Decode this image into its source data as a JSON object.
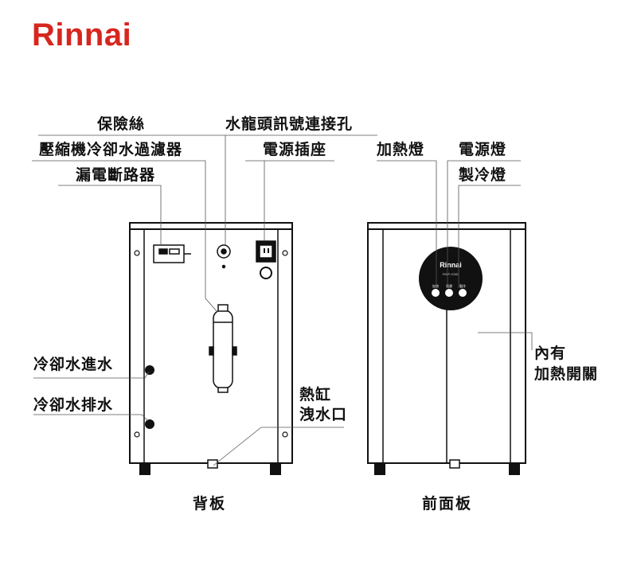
{
  "brand": {
    "logo": "Rinnai",
    "color": "#d7261e"
  },
  "panel": {
    "logo": "Rinnai",
    "model": "RWP-H380",
    "buttons": [
      "加熱",
      "電源",
      "製冷"
    ]
  },
  "back_labels": {
    "fuse": "保險絲",
    "compressor_filter": "壓縮機冷卻水過濾器",
    "leakage_breaker": "漏電斷路器",
    "faucet_signal": "水龍頭訊號連接孔",
    "power_socket": "電源插座",
    "cooling_in": "冷卻水進水",
    "cooling_out": "冷卻水排水",
    "tank_drain_1": "熱缸",
    "tank_drain_2": "洩水口"
  },
  "front_labels": {
    "heat_lamp": "加熱燈",
    "power_lamp": "電源燈",
    "cool_lamp": "製冷燈",
    "heat_switch_1": "內有",
    "heat_switch_2": "加熱開關"
  },
  "captions": {
    "back": "背板",
    "front": "前面板"
  }
}
